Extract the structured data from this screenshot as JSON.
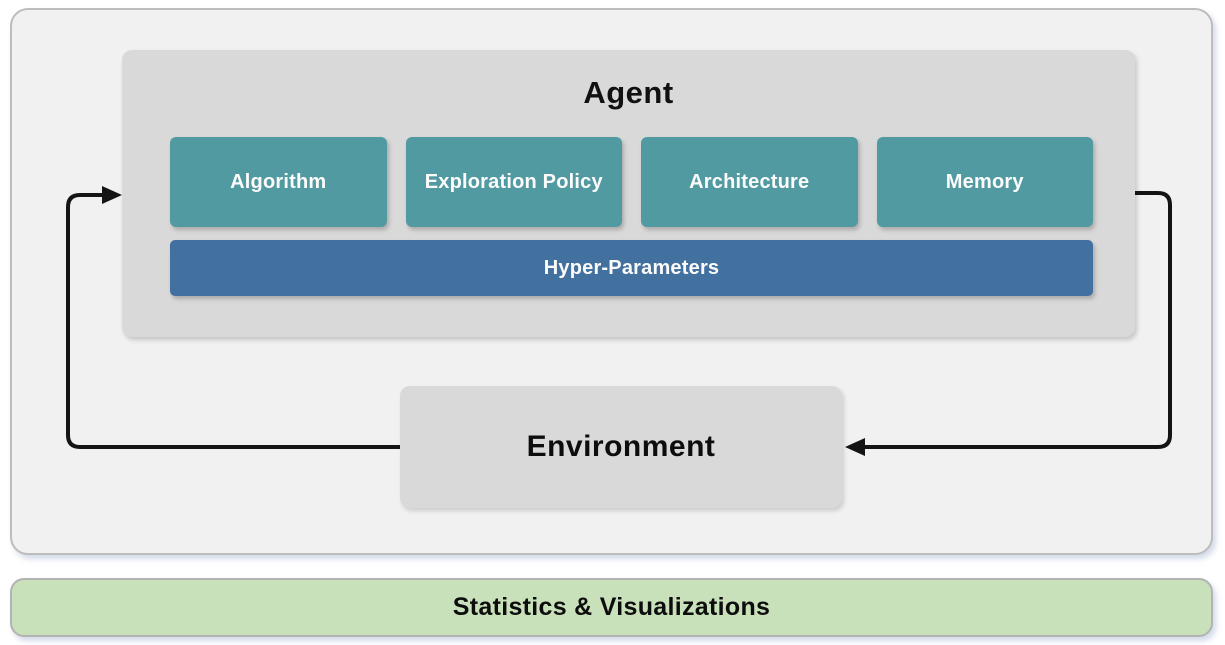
{
  "colors": {
    "panel_bg": "#F1F1F2",
    "panel_border": "#BDBDBD",
    "container_gray": "#D9D9D9",
    "component_teal": "#529AA1",
    "hyper_blue": "#43719F",
    "stats_green_bg": "#C9E1BA",
    "stats_green_border": "#B3B3B3",
    "arrow_black": "#141414",
    "text_light": "#FCFCFC",
    "text_dark": "#0D0D0D"
  },
  "agent": {
    "title": "Agent",
    "components": [
      "Algorithm",
      "Exploration Policy",
      "Architecture",
      "Memory"
    ],
    "hyper_parameters_label": "Hyper-Parameters"
  },
  "environment": {
    "title": "Environment"
  },
  "footer": {
    "label": "Statistics & Visualizations"
  }
}
